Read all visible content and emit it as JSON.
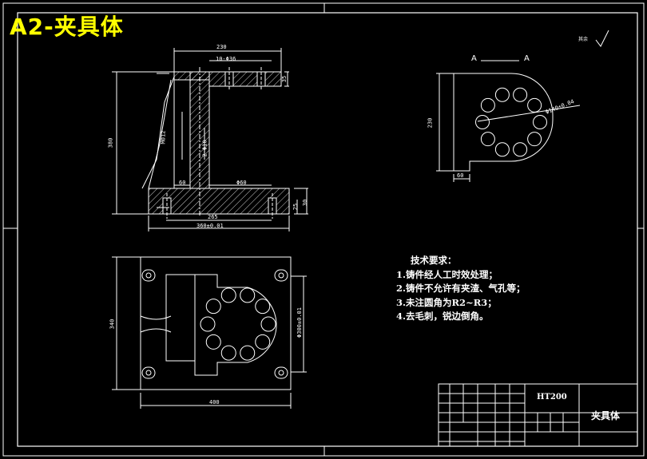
{
  "drawing": {
    "title": "A2-夹具体",
    "section_label": "A — A",
    "section_left": "A",
    "section_right": "A",
    "roughness_note": "其余",
    "technical_requirements": {
      "heading": "技术要求：",
      "items": [
        "1.铸件经人工时效处理；",
        "2.铸件不允许有夹渣、气孔等；",
        "3.未注圆角为R2~R3；",
        "4.去毛刺，锐边倒角。"
      ]
    },
    "title_block": {
      "material": "HT200",
      "part_name": "夹具体"
    },
    "dimensions": {
      "front_top_width": "230",
      "front_holes": "10-Φ36",
      "front_height": "380",
      "front_base_width1": "265",
      "front_base_width2": "360±0.01",
      "front_inner": "Φ60",
      "front_left_step": "60",
      "front_small1": "35",
      "front_small2": "30",
      "front_small3": "25",
      "front_vert1": "M012",
      "front_vert2": "2-Φ10",
      "side_height": "230",
      "side_width": "60",
      "side_circle": "Φ140±0.04",
      "plan_height": "340",
      "plan_width": "400",
      "plan_inner": "Φ300±0.01"
    }
  }
}
